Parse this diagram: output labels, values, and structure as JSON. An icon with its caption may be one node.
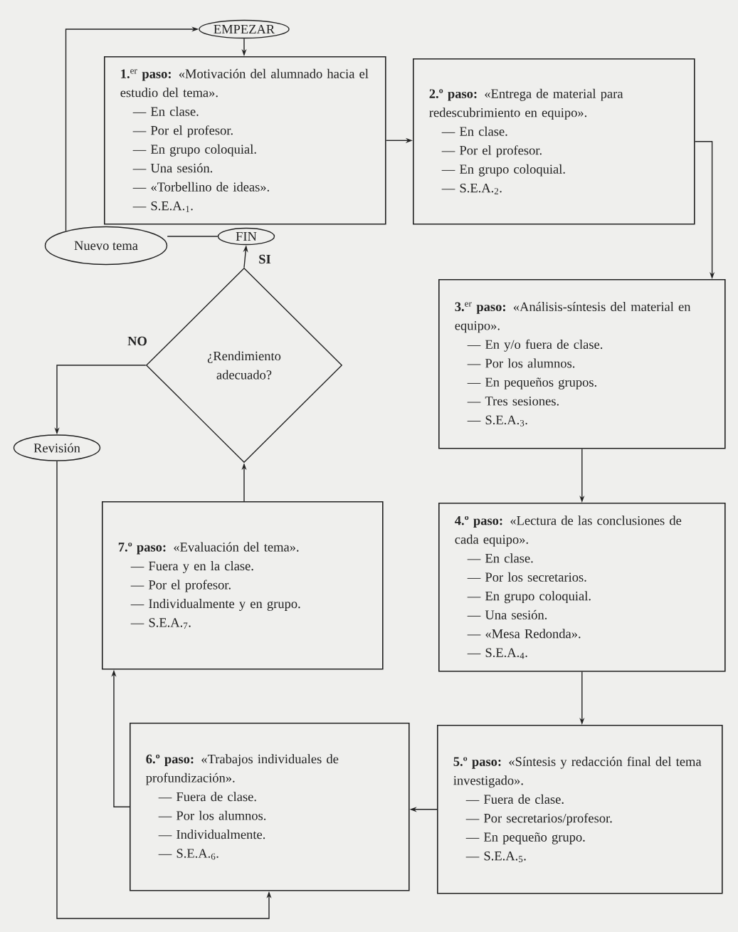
{
  "diagram": {
    "nodes": [
      {
        "text": [
          "EMPEZAR"
        ]
      },
      {
        "text": [
          "**1.**$^{er}$ **paso:** «Motivación del alumnado hacia el estudio del tema».",
          "— En clase.",
          "— Por el profesor.",
          "— En grupo coloquial.",
          "— Una sesión.",
          "— «Torbellino de ideas».",
          "— S.E.A.$_{1}$."
        ]
      },
      {
        "text": [
          "**2.º paso:** «Entrega de material para redescubrimiento en equipo».",
          "— En clase.",
          "— Por el profesor.",
          "— En grupo coloquial.",
          "— S.E.A.$_{2}$."
        ]
      },
      {
        "text": [
          "FIN"
        ]
      },
      {
        "text": [
          "Nuevo tema"
        ]
      },
      {
        "text": [
          "¿Rendimiento adecuado?"
        ]
      },
      {
        "text": [
          "**3.**$^{er}$ **paso:** «Análisis-síntesis del material en equipo».",
          "— En y/o fuera de clase.",
          "— Por los alumnos.",
          "— En pequeños grupos.",
          "— Tres sesiones.",
          "— S.E.A.$_{3}$."
        ]
      },
      {
        "text": [
          "Revisión"
        ]
      },
      {
        "text": [
          "**4.º paso:** «Lectura de las conclusiones de cada equipo».",
          "— En clase.",
          "— Por los secretarios.",
          "— En grupo coloquial.",
          "— Una sesión.",
          "— «Mesa Redonda».",
          "— S.E.A.$_{4}$."
        ]
      },
      {
        "text": [
          "**7.º paso:** «Evaluación del tema».",
          "— Fuera y en la clase.",
          "— Por el profesor.",
          "— Individualmente y en grupo.",
          "— S.E.A.$_{7}$."
        ]
      },
      {
        "text": [
          "**6.º paso:** «Trabajos individuales de profundización».",
          "— Fuera de clase.",
          "— Por los alumnos.",
          "— Individualmente.",
          "— S.E.A.$_{6}$."
        ]
      },
      {
        "text": [
          "**5.º paso:** «Síntesis y redacción final del tema investigado».",
          "— Fuera de clase.",
          "— Por secretarios/profesor.",
          "— En pequeño grupo.",
          "— S.E.A.$_{5}$."
        ]
      }
    ],
    "edges": [
      {
        "from": 0,
        "to": 1,
        "arrow": "to"
      },
      {
        "from": 1,
        "to": 2,
        "arrow": "to"
      },
      {
        "from": 2,
        "to": 6,
        "arrow": "to"
      },
      {
        "from": 6,
        "to": 8,
        "arrow": "to"
      },
      {
        "from": 8,
        "to": 11,
        "arrow": "to"
      },
      {
        "from": 11,
        "to": 10,
        "arrow": "to"
      },
      {
        "from": 10,
        "to": 9,
        "arrow": "to"
      },
      {
        "from": 9,
        "to": 5,
        "arrow": "to"
      },
      {
        "from": 5,
        "to": 3,
        "arrow": "to",
        "label": "SI"
      },
      {
        "from": 5,
        "to": 7,
        "arrow": "to",
        "label": "NO"
      },
      {
        "from": 7,
        "to": 10,
        "arrow": "to"
      },
      {
        "from": 3,
        "to": 4,
        "arrow": "none"
      },
      {
        "from": 4,
        "to": 0,
        "arrow": "to"
      }
    ]
  }
}
